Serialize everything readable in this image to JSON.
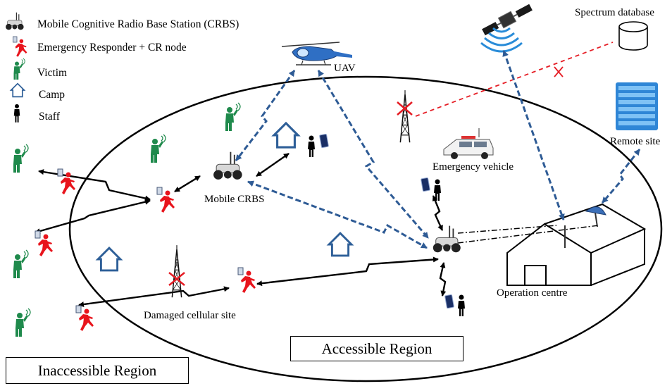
{
  "legend": {
    "crbs": "Mobile Cognitive Radio Base Station (CRBS)",
    "responder": "Emergency Responder + CR node",
    "victim": "Victim",
    "camp": "Camp",
    "staff": "Staff"
  },
  "labels": {
    "spectrum_database": "Spectrum database",
    "uav": "UAV",
    "remote_site": "Remote site",
    "emergency_vehicle": "Emergency vehicle",
    "mobile_crbs": "Mobile CRBS",
    "operation_centre": "Operation centre",
    "damaged_cellular_site": "Damaged cellular site",
    "accessible_region": "Accessible Region",
    "inaccessible_region": "Inaccessible Region"
  },
  "colors": {
    "victim_green": "#1f8a4c",
    "responder_red": "#e8141c",
    "camp_blue": "#2e5f98",
    "link_blue": "#2e5b95",
    "failed_link_red": "#e51c24",
    "black": "#000000"
  },
  "icons": [
    "robot-crbs-icon",
    "responder-icon",
    "victim-icon",
    "camp-icon",
    "staff-icon",
    "satellite-icon",
    "database-icon",
    "helicopter-icon",
    "server-icon",
    "vehicle-icon",
    "tower-icon",
    "dish-icon",
    "building-icon",
    "tablet-icon"
  ]
}
